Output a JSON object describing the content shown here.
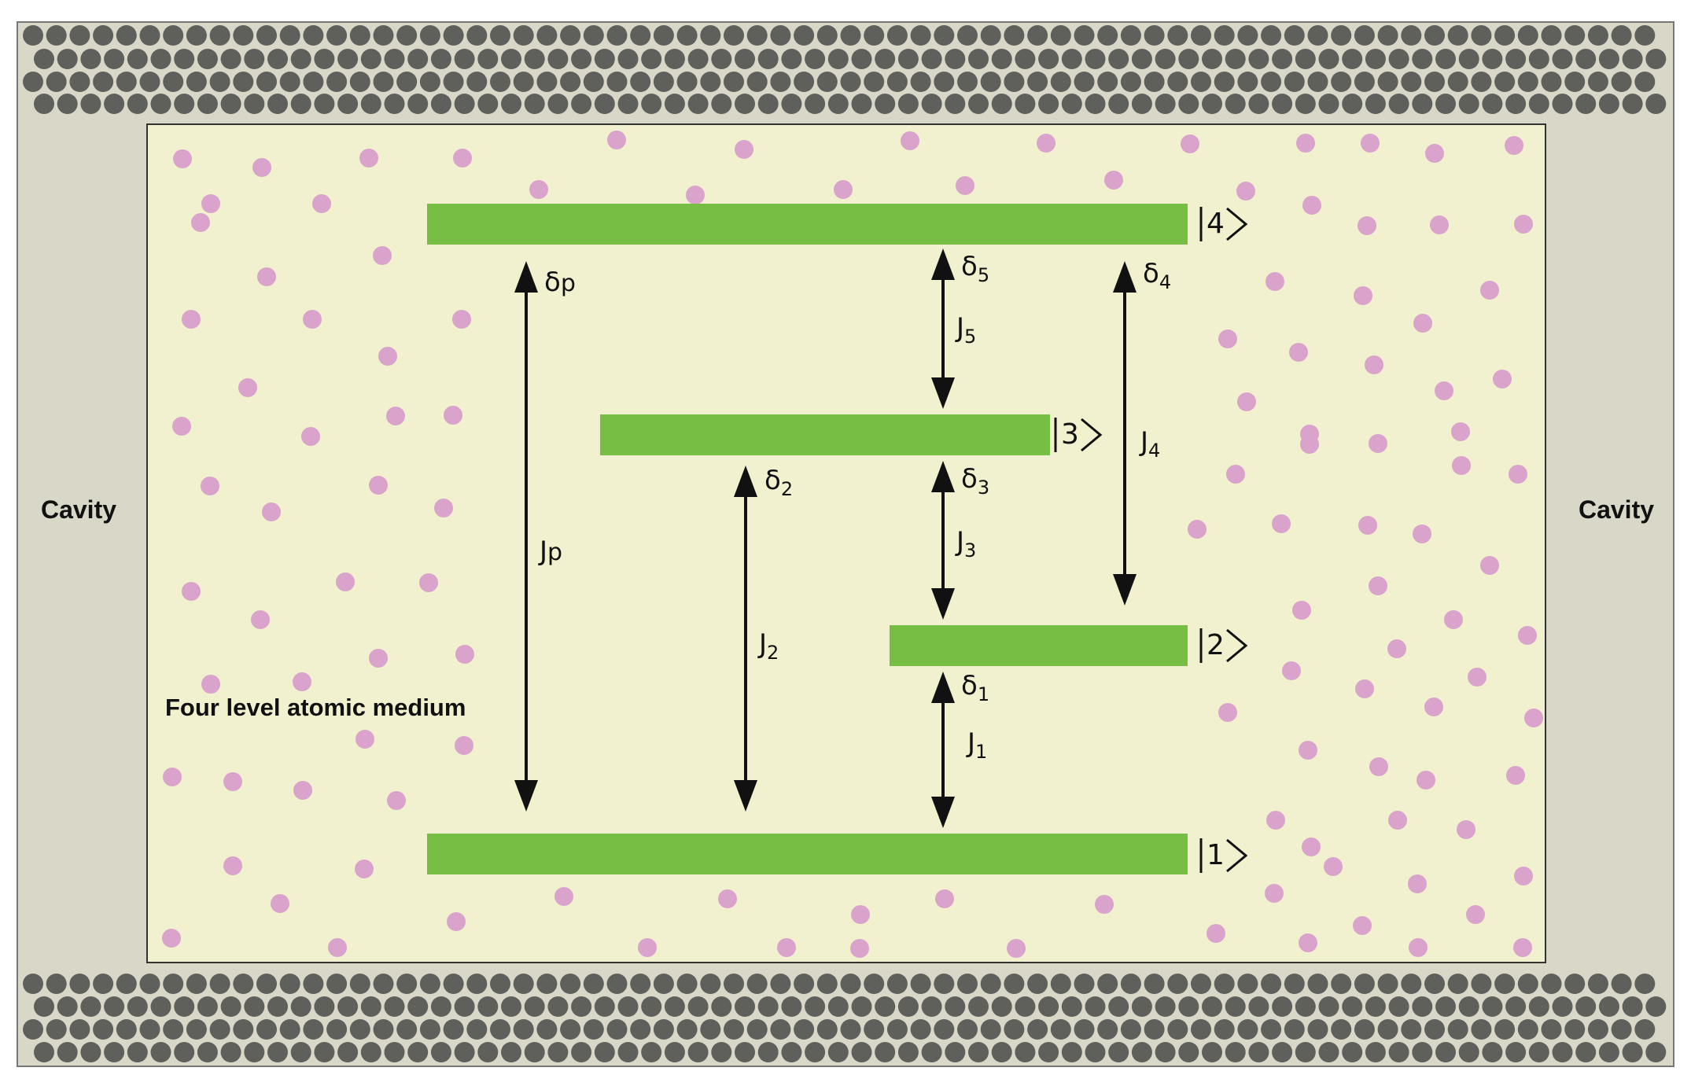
{
  "labels": {
    "cavity_left": "Cavity",
    "cavity_right": "Cavity",
    "medium": "Four level atomic medium"
  },
  "levels": [
    {
      "id": "level-1",
      "ket": "1"
    },
    {
      "id": "level-2",
      "ket": "2"
    },
    {
      "id": "level-3",
      "ket": "3"
    },
    {
      "id": "level-4",
      "ket": "4"
    }
  ],
  "transitions": {
    "jp": {
      "coupling": "J",
      "coupling_sub": "p",
      "detuning": "δ",
      "detuning_sub": "p"
    },
    "j2": {
      "coupling": "J",
      "coupling_sub": "2",
      "detuning": "δ",
      "detuning_sub": "2"
    },
    "j1": {
      "coupling": "J",
      "coupling_sub": "1",
      "detuning": "δ",
      "detuning_sub": "1"
    },
    "j3": {
      "coupling": "J",
      "coupling_sub": "3",
      "detuning": "δ",
      "detuning_sub": "3"
    },
    "j5": {
      "coupling": "J",
      "coupling_sub": "5",
      "detuning": "δ",
      "detuning_sub": "5"
    },
    "j4": {
      "coupling": "J",
      "coupling_sub": "4",
      "detuning": "δ",
      "detuning_sub": "4"
    }
  },
  "colors": {
    "background": "#ffffff",
    "cavity_gray": "#d9d8c8",
    "medium_fill": "#f2f1cf",
    "mirror_ball": "#5f5f5c",
    "atom": "#d9a3cc",
    "level_bar": "#77bf44",
    "arrow": "#111111"
  }
}
